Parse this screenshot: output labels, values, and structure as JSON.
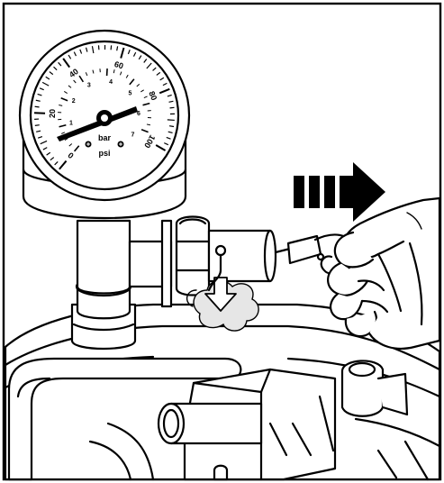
{
  "gauge": {
    "psi_labels": [
      "0",
      "20",
      "40",
      "60",
      "80",
      "100"
    ],
    "bar_labels": [
      "1",
      "2",
      "3",
      "4",
      "5",
      "6",
      "7"
    ],
    "unit_bar": "bar",
    "unit_psi": "psi"
  },
  "colors": {
    "line": "#000000",
    "background": "#ffffff",
    "steam": "#e6e6e6"
  },
  "icons": {
    "arrow": "pull-direction-arrow-icon",
    "release": "pressure-release-arrow-icon"
  }
}
